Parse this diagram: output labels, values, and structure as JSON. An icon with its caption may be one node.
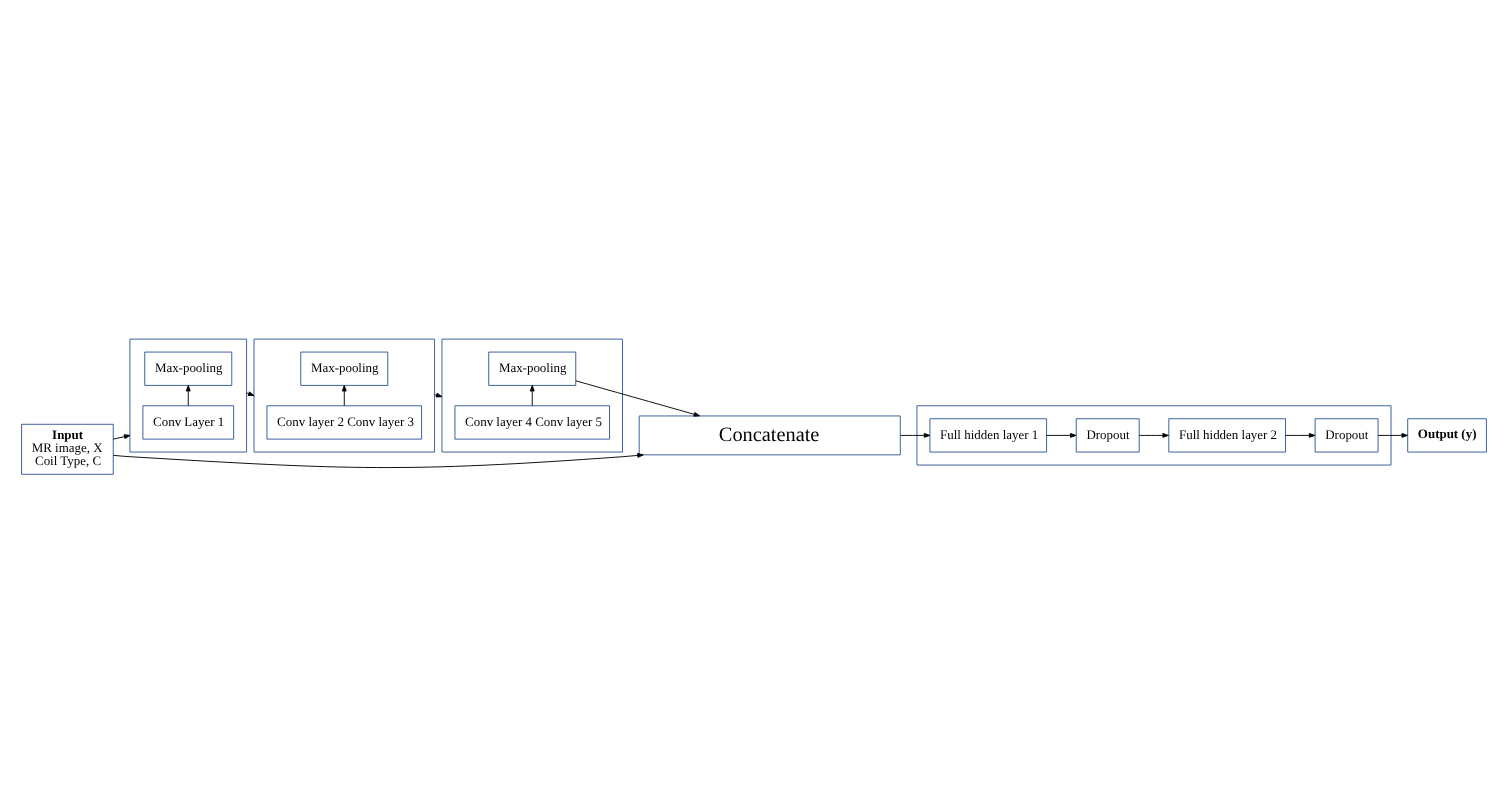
{
  "diagram": {
    "nodes": [
      {
        "text": [
          "Input",
          "MR image, X",
          "Coil Type, C"
        ]
      },
      {
        "text": [],
        "shape": "box"
      },
      {
        "text": [
          "Conv Layer 1"
        ],
        "in": 1
      },
      {
        "text": [
          "Max-pooling"
        ],
        "in": 1
      },
      {
        "text": [],
        "shape": "box"
      },
      {
        "text": [
          "Conv layer 2 Conv layer 3"
        ],
        "in": 4
      },
      {
        "text": [
          "Max-pooling"
        ],
        "in": 4
      },
      {
        "text": [],
        "shape": "box"
      },
      {
        "text": [
          "Conv layer 4 Conv layer 5"
        ],
        "in": 7
      },
      {
        "text": [
          "Max-pooling"
        ],
        "in": 7
      },
      {
        "text": [
          "Concatenate"
        ]
      },
      {
        "text": [],
        "shape": "box"
      },
      {
        "text": [
          "Full hidden layer 1"
        ],
        "in": 11
      },
      {
        "text": [
          "Dropout"
        ],
        "in": 11
      },
      {
        "text": [
          "Full hidden layer 2"
        ],
        "in": 11
      },
      {
        "text": [
          "Dropout"
        ],
        "in": 11
      },
      {
        "text": [
          "Output (y)"
        ]
      }
    ],
    "edges": [
      {
        "from": 0,
        "to": 1,
        "arrow": "to"
      },
      {
        "from": 2,
        "to": 3,
        "arrow": "to"
      },
      {
        "from": 1,
        "to": 4,
        "arrow": "to"
      },
      {
        "from": 5,
        "to": 6,
        "arrow": "to"
      },
      {
        "from": 4,
        "to": 7,
        "arrow": "to"
      },
      {
        "from": 8,
        "to": 9,
        "arrow": "to"
      },
      {
        "from": 9,
        "to": 10,
        "arrow": "to"
      },
      {
        "from": 0,
        "to": 10,
        "arrow": "to"
      },
      {
        "from": 10,
        "to": 12,
        "arrow": "to"
      },
      {
        "from": 12,
        "to": 13,
        "arrow": "to"
      },
      {
        "from": 13,
        "to": 14,
        "arrow": "to"
      },
      {
        "from": 14,
        "to": 15,
        "arrow": "to"
      },
      {
        "from": 15,
        "to": 16,
        "arrow": "to"
      }
    ]
  }
}
